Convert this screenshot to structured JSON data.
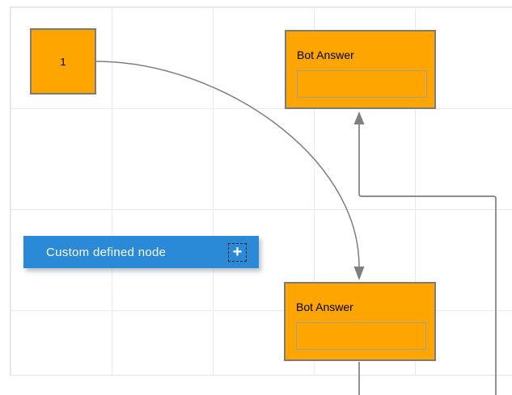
{
  "canvas": {
    "grid_cell_size": 125,
    "background": "#ffffff"
  },
  "colors": {
    "node_fill": "#ffa500",
    "node_border": "#7b7b7b",
    "inner_box_border": "#9e9e9e",
    "custom_node_fill": "#2a8ad8",
    "connector": "#7f7f7f",
    "grid_line": "#ececec",
    "page_border": "#e3e3e3",
    "node_text": "#000000",
    "custom_node_text": "#ffffff"
  },
  "nodes": {
    "start": {
      "label": "1"
    },
    "bot_answer_top": {
      "title": "Bot Answer",
      "input_value": ""
    },
    "bot_answer_bottom": {
      "title": "Bot Answer",
      "input_value": ""
    },
    "custom": {
      "label": "Custom defined node",
      "add_icon": "+"
    }
  },
  "connectors": [
    {
      "from": "start",
      "to": "bot_answer_bottom",
      "style": "bezier",
      "arrow": "target"
    },
    {
      "from": "offscreen-bottom",
      "to": "bot_answer_top",
      "style": "orthogonal",
      "arrow": "target"
    },
    {
      "from": "bot_answer_bottom",
      "to": "offscreen-bottom",
      "style": "orthogonal",
      "arrow": "none"
    }
  ]
}
